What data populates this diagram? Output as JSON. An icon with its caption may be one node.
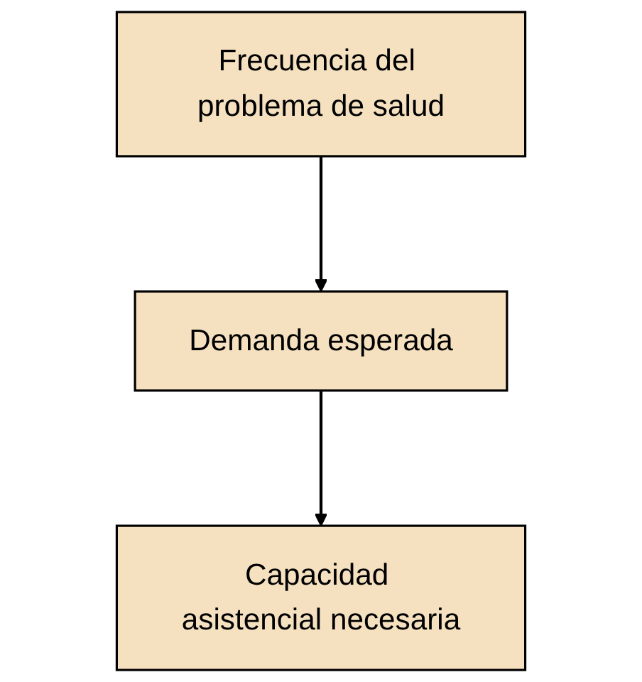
{
  "diagram": {
    "nodes": [
      {
        "text": [
          "Frecuencia del problema de salud"
        ]
      },
      {
        "text": [
          "Demanda esperada"
        ]
      },
      {
        "text": [
          "Capacidad asistencial necesaria"
        ]
      }
    ],
    "edges": [
      {
        "from": 0,
        "to": 1,
        "arrow": "to"
      },
      {
        "from": 1,
        "to": 2,
        "arrow": "to"
      }
    ]
  }
}
